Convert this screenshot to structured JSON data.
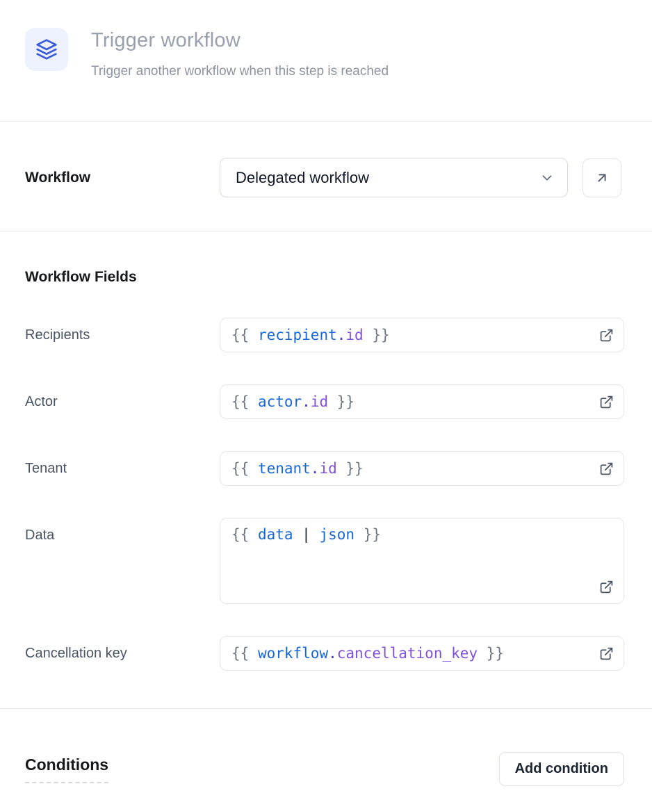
{
  "header": {
    "title": "Trigger workflow",
    "subtitle": "Trigger another workflow when this step is reached",
    "icon": "layers-icon",
    "icon_color": "#3b5bdb",
    "icon_bg": "#eef2ff"
  },
  "workflow_row": {
    "label": "Workflow",
    "selected_value": "Delegated workflow",
    "open_button_icon": "arrow-up-right-icon"
  },
  "fields_section": {
    "heading": "Workflow Fields",
    "fields": [
      {
        "label": "Recipients",
        "value": "{{ recipient.id }}",
        "multiline": false,
        "tokens": [
          {
            "text": "{{ ",
            "type": "brace"
          },
          {
            "text": "recipient",
            "type": "variable"
          },
          {
            "text": ".",
            "type": "dot"
          },
          {
            "text": "id",
            "type": "property"
          },
          {
            "text": " }}",
            "type": "brace"
          }
        ]
      },
      {
        "label": "Actor",
        "value": "{{ actor.id }}",
        "multiline": false,
        "tokens": [
          {
            "text": "{{ ",
            "type": "brace"
          },
          {
            "text": "actor",
            "type": "variable"
          },
          {
            "text": ".",
            "type": "dot"
          },
          {
            "text": "id",
            "type": "property"
          },
          {
            "text": " }}",
            "type": "brace"
          }
        ]
      },
      {
        "label": "Tenant",
        "value": "{{ tenant.id }}",
        "multiline": false,
        "tokens": [
          {
            "text": "{{ ",
            "type": "brace"
          },
          {
            "text": "tenant",
            "type": "variable"
          },
          {
            "text": ".",
            "type": "dot"
          },
          {
            "text": "id",
            "type": "property"
          },
          {
            "text": " }}",
            "type": "brace"
          }
        ]
      },
      {
        "label": "Data",
        "value": "{{ data | json }}",
        "multiline": true,
        "tokens": [
          {
            "text": "{{ ",
            "type": "brace"
          },
          {
            "text": "data",
            "type": "variable"
          },
          {
            "text": " ",
            "type": "plain"
          },
          {
            "text": "|",
            "type": "pipe"
          },
          {
            "text": " ",
            "type": "plain"
          },
          {
            "text": "json",
            "type": "variable"
          },
          {
            "text": " }}",
            "type": "brace"
          }
        ]
      },
      {
        "label": "Cancellation key",
        "value": "{{ workflow.cancellation_key }}",
        "multiline": false,
        "tokens": [
          {
            "text": "{{ ",
            "type": "brace"
          },
          {
            "text": "workflow",
            "type": "variable"
          },
          {
            "text": ".",
            "type": "dot"
          },
          {
            "text": "cancellation_key",
            "type": "property"
          },
          {
            "text": " }}",
            "type": "brace"
          }
        ]
      }
    ],
    "field_icon": "external-link-icon"
  },
  "conditions_section": {
    "heading": "Conditions",
    "add_button_label": "Add condition"
  },
  "colors": {
    "syntax": {
      "brace": "#6e7681",
      "variable": "#1667d9",
      "dot": "#4338ca",
      "property": "#8250df",
      "pipe": "#24292f",
      "plain": "#24292f"
    },
    "divider": "#e9eaee",
    "accent_blue": "#3b5bdb"
  }
}
